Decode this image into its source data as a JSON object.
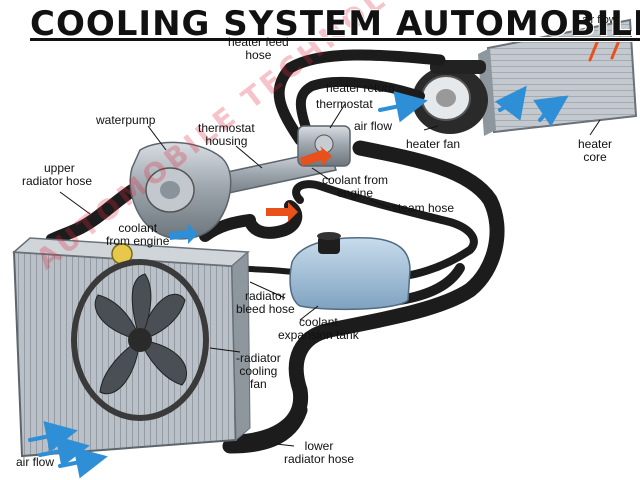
{
  "title": "COOLING SYSTEM AUTOMOBILE",
  "watermark": "AUTOMOBILE TECHNOLOGY",
  "labels": {
    "heater_feed_hose": [
      "heater feed",
      "hose"
    ],
    "air_flow_top": "air flow",
    "heater_return": "heater return",
    "thermostat": "thermostat",
    "air_flow_fan": "air flow",
    "waterpump": "waterpump",
    "thermostat_housing": [
      "thermostat",
      "housing"
    ],
    "heater_fan": "heater fan",
    "heater_core": [
      "heater",
      "core"
    ],
    "upper_radiator_hose": [
      "upper",
      "radiator hose"
    ],
    "coolant_from_engine_right": [
      "coolant from",
      "engine"
    ],
    "steam_hose": "steam hose",
    "coolant_from_engine_left": [
      "coolant",
      "from engine"
    ],
    "radiator_bleed_hose": [
      "radiator",
      "bleed hose"
    ],
    "coolant_expansion_tank": [
      "coolant",
      "expansion tank"
    ],
    "radiator_cooling_fan": [
      "-radiator",
      "cooling",
      "fan"
    ],
    "lower_radiator_hose": [
      "lower",
      "radiator hose"
    ],
    "air_flow_bottom": "air flow"
  },
  "colors": {
    "hose": "#1c1c1c",
    "metal": "#a9b0b8",
    "coolant_arrow": "#e8501c",
    "air_arrow": "#2f8fd6",
    "tank": "#a9c4dc",
    "watermark": "#dc283c"
  }
}
